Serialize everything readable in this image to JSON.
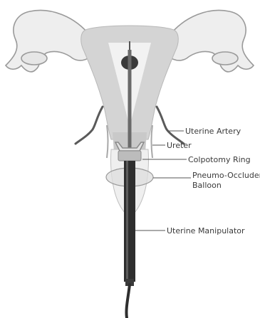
{
  "labels": {
    "uterine_artery": "Uterine Artery",
    "ureter": "Ureter",
    "colpotomy_ring": "Colpotomy Ring",
    "balloon_line1": "Pneumo-Occluder",
    "balloon_line2": "Balloon",
    "uterine_manipulator": "Uterine Manipulator"
  },
  "colors": {
    "tissue": "#d4d4d4",
    "tissue_dark": "#bdbdbd",
    "outline": "#9a9a9a",
    "device_dark": "#2e2e2e",
    "device_mid": "#5a5a5a",
    "leader": "#555555"
  }
}
